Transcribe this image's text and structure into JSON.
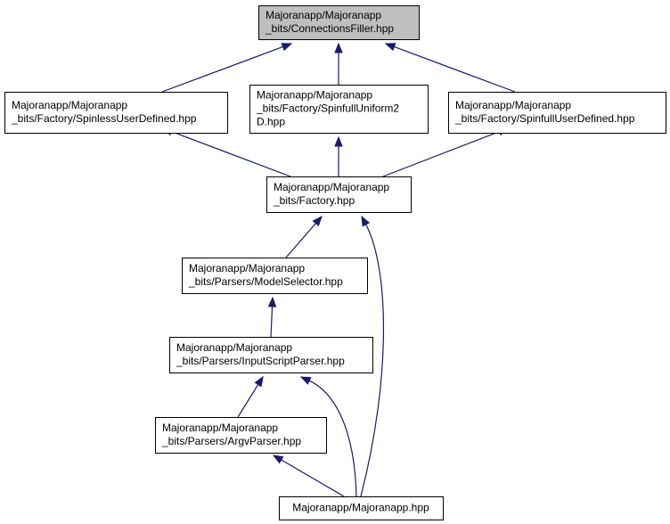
{
  "diagram": {
    "colors": {
      "edge": "#191970",
      "highlight_fill": "#bfbfbf",
      "node_fill": "#ffffff",
      "border": "#000000"
    },
    "nodes": [
      {
        "id": "connections_filler",
        "lines": [
          "Majoranapp/Majoranapp",
          "_bits/ConnectionsFiller.hpp"
        ],
        "highlighted": true
      },
      {
        "id": "spinless_user_defined",
        "lines": [
          "Majoranapp/Majoranapp",
          "_bits/Factory/SpinlessUserDefined.hpp"
        ]
      },
      {
        "id": "spinfull_uniform_2d",
        "lines": [
          "Majoranapp/Majoranapp",
          "_bits/Factory/SpinfullUniform2",
          "D.hpp"
        ]
      },
      {
        "id": "spinfull_user_defined",
        "lines": [
          "Majoranapp/Majoranapp",
          "_bits/Factory/SpinfullUserDefined.hpp"
        ]
      },
      {
        "id": "factory",
        "lines": [
          "Majoranapp/Majoranapp",
          "_bits/Factory.hpp"
        ]
      },
      {
        "id": "model_selector",
        "lines": [
          "Majoranapp/Majoranapp",
          "_bits/Parsers/ModelSelector.hpp"
        ]
      },
      {
        "id": "input_script_parser",
        "lines": [
          "Majoranapp/Majoranapp",
          "_bits/Parsers/InputScriptParser.hpp"
        ]
      },
      {
        "id": "argv_parser",
        "lines": [
          "Majoranapp/Majoranapp",
          "_bits/Parsers/ArgvParser.hpp"
        ]
      },
      {
        "id": "majoranapp",
        "lines": [
          "Majoranapp/Majoranapp.hpp"
        ]
      }
    ],
    "edges": [
      {
        "from": "spinless_user_defined",
        "to": "connections_filler"
      },
      {
        "from": "spinfull_uniform_2d",
        "to": "connections_filler"
      },
      {
        "from": "spinfull_user_defined",
        "to": "connections_filler"
      },
      {
        "from": "factory",
        "to": "spinless_user_defined"
      },
      {
        "from": "factory",
        "to": "spinfull_uniform_2d"
      },
      {
        "from": "factory",
        "to": "spinfull_user_defined"
      },
      {
        "from": "model_selector",
        "to": "factory"
      },
      {
        "from": "majoranapp",
        "to": "factory"
      },
      {
        "from": "input_script_parser",
        "to": "model_selector"
      },
      {
        "from": "argv_parser",
        "to": "input_script_parser"
      },
      {
        "from": "majoranapp",
        "to": "input_script_parser"
      },
      {
        "from": "majoranapp",
        "to": "argv_parser"
      }
    ]
  }
}
